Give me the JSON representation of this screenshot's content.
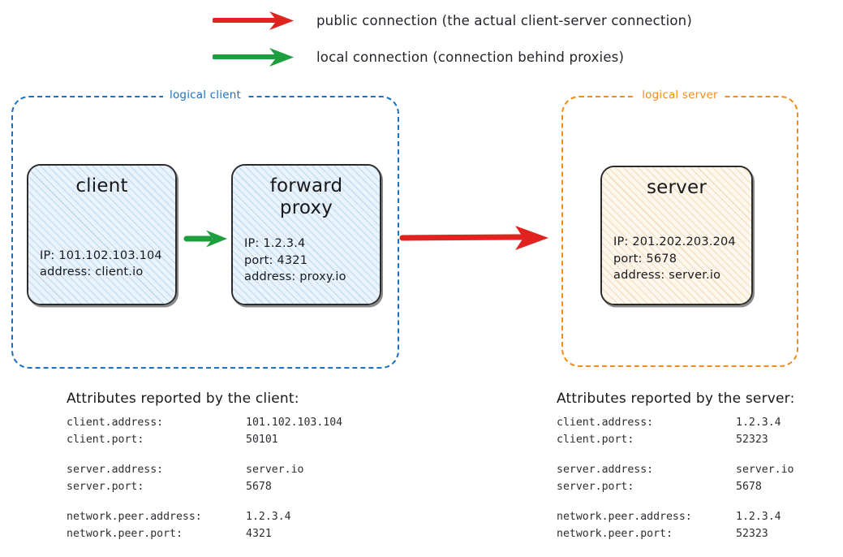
{
  "legend": {
    "items": [
      {
        "icon": "red-arrow-icon",
        "color": "#e0231f",
        "label": "public connection (the actual client-server connection)"
      },
      {
        "icon": "green-arrow-icon",
        "color": "#1d9e3f",
        "label": "local connection (connection behind proxies)"
      }
    ]
  },
  "colors": {
    "red": "#e0231f",
    "green": "#1d9e3f",
    "blue": "#1971c2",
    "orange": "#f08c1a",
    "ink": "#2b2b2b"
  },
  "containers": {
    "client": {
      "label": "logical client",
      "color": "#1971c2"
    },
    "server": {
      "label": "logical server",
      "color": "#f08c1a"
    }
  },
  "nodes": {
    "client": {
      "title": "client",
      "attrs": [
        "IP: 101.102.103.104",
        "address: client.io"
      ]
    },
    "forward_proxy": {
      "title_line1": "forward",
      "title_line2": "proxy",
      "attrs": [
        "IP: 1.2.3.4",
        "port: 4321",
        "address: proxy.io"
      ]
    },
    "server": {
      "title": "server",
      "attrs": [
        "IP: 201.202.203.204",
        "port: 5678",
        "address: server.io"
      ]
    }
  },
  "attribute_tables": {
    "client": {
      "heading": "Attributes reported by the client:",
      "groups": [
        [
          {
            "key": "client.address:",
            "value": "101.102.103.104"
          },
          {
            "key": "client.port:",
            "value": "50101"
          }
        ],
        [
          {
            "key": "server.address:",
            "value": "server.io"
          },
          {
            "key": "server.port:",
            "value": "5678"
          }
        ],
        [
          {
            "key": "network.peer.address:",
            "value": "1.2.3.4"
          },
          {
            "key": "network.peer.port:",
            "value": "4321"
          }
        ]
      ]
    },
    "server": {
      "heading": "Attributes reported by the server:",
      "groups": [
        [
          {
            "key": "client.address:",
            "value": "1.2.3.4"
          },
          {
            "key": "client.port:",
            "value": "52323"
          }
        ],
        [
          {
            "key": "server.address:",
            "value": "server.io"
          },
          {
            "key": "server.port:",
            "value": "5678"
          }
        ],
        [
          {
            "key": "network.peer.address:",
            "value": "1.2.3.4"
          },
          {
            "key": "network.peer.port:",
            "value": "52323"
          }
        ]
      ]
    }
  }
}
